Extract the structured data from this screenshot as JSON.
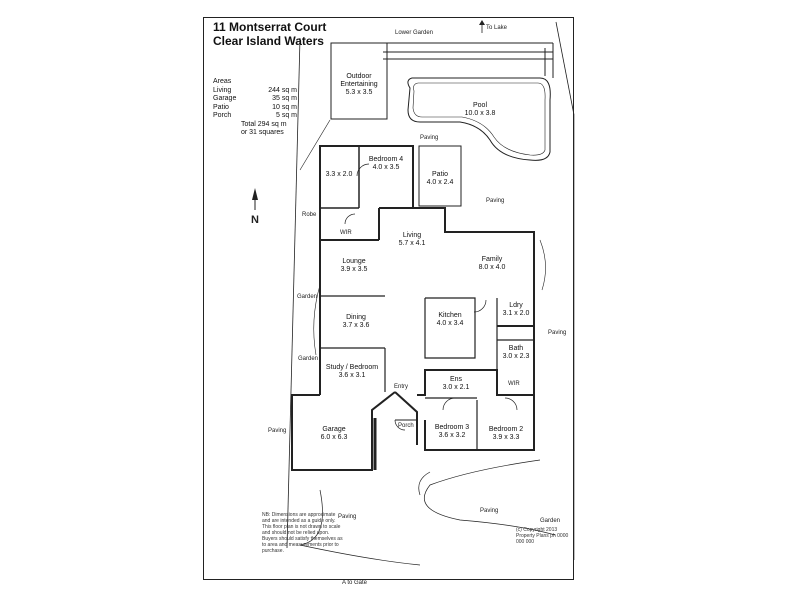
{
  "title_line1": "11 Montserrat Court",
  "title_line2": "Clear Island Waters",
  "areas": {
    "heading": "Areas",
    "rows": [
      {
        "k": "Living",
        "v": "244 sq m"
      },
      {
        "k": "Garage",
        "v": "35 sq m"
      },
      {
        "k": "Patio",
        "v": "10 sq m"
      },
      {
        "k": "Porch",
        "v": "5 sq m"
      }
    ],
    "total": "Total 294 sq m",
    "squares": "or 31 squares"
  },
  "rooms": {
    "outdoor": {
      "name": "Outdoor",
      "name2": "Entertaining",
      "dim": "5.3 x 3.5"
    },
    "pool": {
      "name": "Pool",
      "dim": "10.0 x 3.8"
    },
    "bed4": {
      "name": "Bedroom 4",
      "dim": "4.0 x 3.5"
    },
    "wc": {
      "dim": "3.3 x 2.0"
    },
    "patio": {
      "name": "Patio",
      "dim": "4.0 x 2.4"
    },
    "living": {
      "name": "Living",
      "dim": "5.7 x 4.1"
    },
    "lounge": {
      "name": "Lounge",
      "dim": "3.9 x 3.5"
    },
    "family": {
      "name": "Family",
      "dim": "8.0 x 4.0"
    },
    "dining": {
      "name": "Dining",
      "dim": "3.7 x 3.6"
    },
    "kitchen": {
      "name": "Kitchen",
      "dim": "4.0 x 3.4"
    },
    "laundry": {
      "name": "Ldry",
      "dim": "3.1 x 2.0"
    },
    "bath": {
      "name": "Bath",
      "dim": "3.0 x 2.3"
    },
    "study": {
      "name": "Study / Bedroom",
      "dim": "3.6 x 3.1"
    },
    "ens": {
      "name": "Ens",
      "dim": "3.0 x 2.1"
    },
    "garage": {
      "name": "Garage",
      "dim": "6.0 x 6.3"
    },
    "bed3": {
      "name": "Bedroom 3",
      "dim": "3.6 x 3.2"
    },
    "bed2": {
      "name": "Bedroom 2",
      "dim": "3.9 x 3.3"
    }
  },
  "labels": {
    "lower_garden": "Lower Garden",
    "to_lake": "To Lake",
    "paving_top": "Paving",
    "paving_right_top": "Paving",
    "paving_right": "Paving",
    "paving_left": "Paving",
    "paving_bottom": "Paving",
    "paving_mid": "Paving",
    "garden_left": "Garden",
    "garden_left2": "Garden",
    "garden_right": "Garden",
    "entry": "Entry",
    "porch": "Porch",
    "wir": "WIR",
    "wir2": "WIR",
    "robe": "Robe",
    "to_gate": "A to Gate",
    "north": "N"
  },
  "footer_note": "NB: Dimensions are approximate and are intended as a guide only. This floor plan is not drawn to scale and should not be relied upon. Buyers should satisfy themselves as to area and measurements prior to purchase.",
  "copyright": "(c) Copyright 2013 Property Plans ph 0000 000 000"
}
